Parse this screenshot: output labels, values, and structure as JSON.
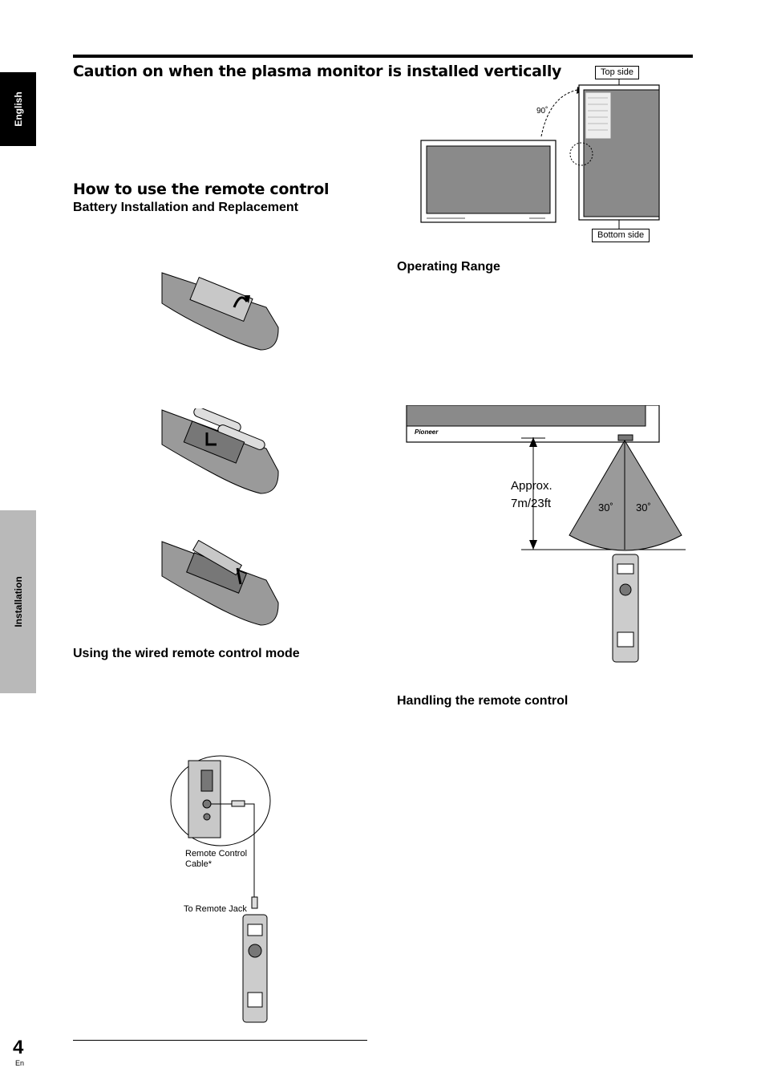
{
  "sidebar": {
    "language_tab": "English",
    "section_tab": "Installation"
  },
  "sections": {
    "caution_title": "Caution on when the plasma monitor is installed vertically",
    "remote_title": "How to use the remote control",
    "battery_subtitle": "Battery Installation and Replacement",
    "wired_subtitle": "Using the wired remote control mode",
    "operating_subtitle": "Operating Range",
    "handling_subtitle": "Handling the remote control"
  },
  "vertical_figure": {
    "top_label": "Top side",
    "bottom_label": "Bottom side",
    "angle_label": "90˚"
  },
  "range_figure": {
    "brand": "Pioneer",
    "distance_line1": "Approx.",
    "distance_line2": "7m/23ft",
    "angle_left": "30˚",
    "angle_right": "30˚"
  },
  "wired_figure": {
    "cable_label_line1": "Remote Control",
    "cable_label_line2": "Cable*",
    "jack_label": "To Remote Jack"
  },
  "footer": {
    "page_number": "4",
    "page_suffix": "En"
  }
}
